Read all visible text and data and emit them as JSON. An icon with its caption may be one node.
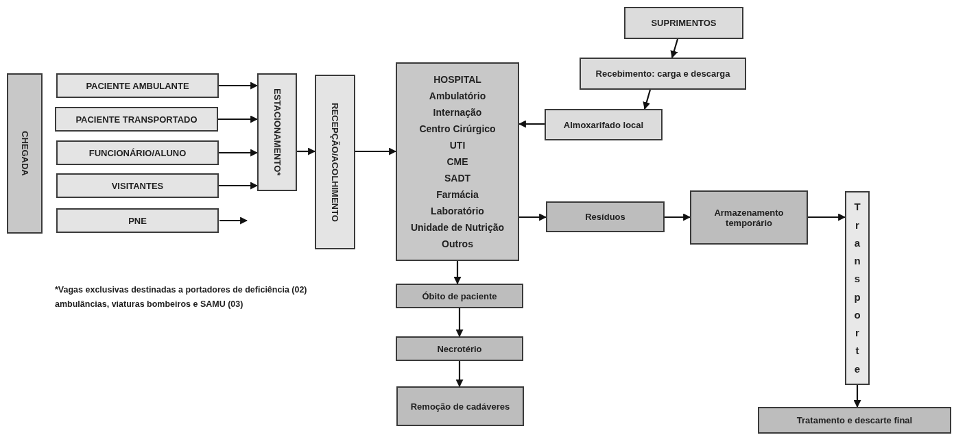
{
  "diagram": {
    "nodes": [
      {
        "text": [
          "CHEGADA"
        ]
      },
      {
        "text": [
          "PACIENTE AMBULANTE"
        ]
      },
      {
        "text": [
          "PACIENTE TRANSPORTADO"
        ]
      },
      {
        "text": [
          "FUNCIONÁRIO/ALUNO"
        ]
      },
      {
        "text": [
          "VISITANTES"
        ]
      },
      {
        "text": [
          "PNE"
        ]
      },
      {
        "text": [
          "ESTACIONAMENTO*"
        ]
      },
      {
        "text": [
          "RECEPÇÃO/ACOLHIMENTO"
        ]
      },
      {
        "text": [
          "HOSPITAL",
          "Ambulatório",
          "Internação",
          "Centro Cirúrgico",
          "UTI",
          "CME",
          "SADT",
          "Farmácia",
          "Laboratório",
          "Unidade de Nutrição",
          "Outros"
        ]
      },
      {
        "text": [
          "SUPRIMENTOS"
        ]
      },
      {
        "text": [
          "Recebimento: carga e descarga"
        ]
      },
      {
        "text": [
          "Almoxarifado local"
        ]
      },
      {
        "text": [
          "Resíduos"
        ]
      },
      {
        "text": [
          "Armazenamento temporário"
        ]
      },
      {
        "text": [
          "Transporte"
        ]
      },
      {
        "text": [
          "Óbito de paciente"
        ]
      },
      {
        "text": [
          "Necrotério"
        ]
      },
      {
        "text": [
          "Remoção de cadáveres"
        ]
      },
      {
        "text": [
          "Tratamento e descarte final"
        ]
      }
    ],
    "edges": [
      {
        "from": 1,
        "to": 6,
        "arrow": "to"
      },
      {
        "from": 2,
        "to": 6,
        "arrow": "to"
      },
      {
        "from": 3,
        "to": 6,
        "arrow": "to"
      },
      {
        "from": 4,
        "to": 6,
        "arrow": "to"
      },
      {
        "from": 5,
        "to": null,
        "arrow": "to"
      },
      {
        "from": 6,
        "to": 7,
        "arrow": "to"
      },
      {
        "from": 7,
        "to": 8,
        "arrow": "to"
      },
      {
        "from": 9,
        "to": 10,
        "arrow": "to"
      },
      {
        "from": 10,
        "to": 11,
        "arrow": "to"
      },
      {
        "from": 11,
        "to": 8,
        "arrow": "to"
      },
      {
        "from": 8,
        "to": 12,
        "arrow": "to"
      },
      {
        "from": 12,
        "to": 13,
        "arrow": "to"
      },
      {
        "from": 13,
        "to": 14,
        "arrow": "to"
      },
      {
        "from": 14,
        "to": 18,
        "arrow": "to"
      },
      {
        "from": 8,
        "to": 15,
        "arrow": "to"
      },
      {
        "from": 15,
        "to": 16,
        "arrow": "to"
      },
      {
        "from": 16,
        "to": 17,
        "arrow": "to"
      }
    ],
    "labels": [
      "*Vagas exclusivas destinadas a portadores de deficiência (02) ambulâncias, viaturas bombeiros e SAMU (03)"
    ]
  }
}
